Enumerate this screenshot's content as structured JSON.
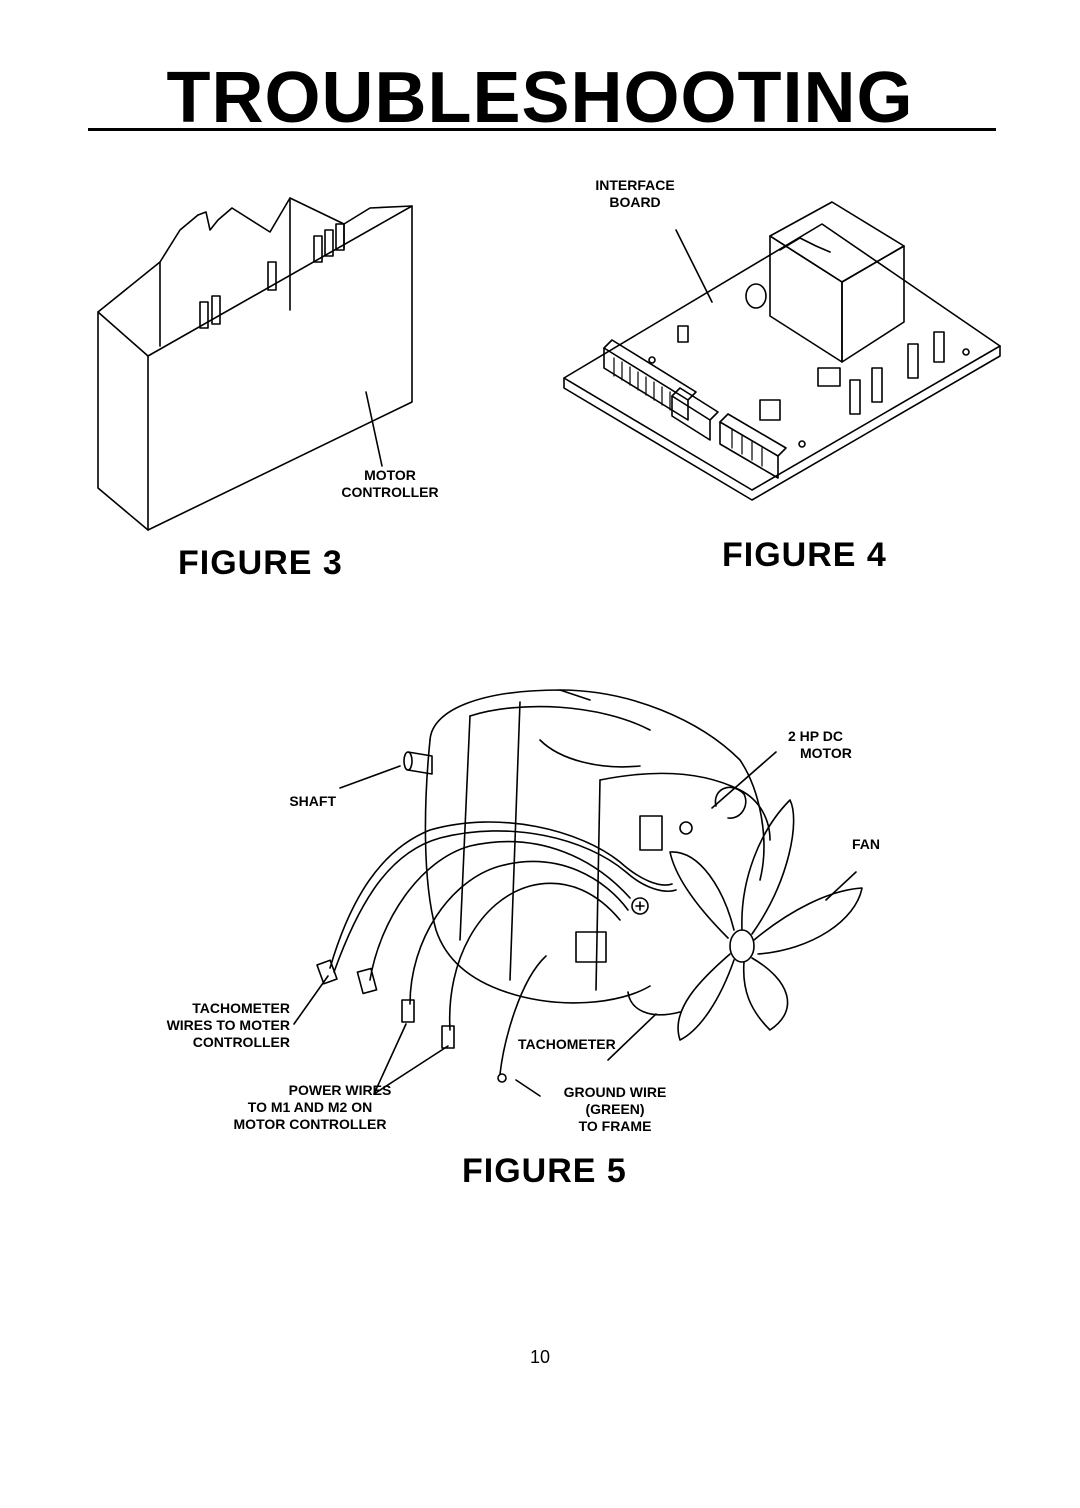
{
  "page": {
    "title": "TROUBLESHOOTING",
    "page_number": "10"
  },
  "figure3": {
    "caption": "FIGURE 3",
    "label_line1": "MOTOR",
    "label_line2": "CONTROLLER"
  },
  "figure4": {
    "caption": "FIGURE 4",
    "label_line1": "INTERFACE",
    "label_line2": "BOARD"
  },
  "figure5": {
    "caption": "FIGURE 5",
    "motor": [
      "2 HP DC",
      "MOTOR"
    ],
    "shaft": "SHAFT",
    "fan": "FAN",
    "tach_wires": [
      "TACHOMETER",
      "WIRES TO MOTER",
      "CONTROLLER"
    ],
    "tachometer": "TACHOMETER",
    "power_wires": [
      "POWER WIRES",
      "TO M1 AND M2 ON",
      "MOTOR CONTROLLER"
    ],
    "ground_wire": [
      "GROUND WIRE",
      "(GREEN)",
      "TO FRAME"
    ]
  }
}
